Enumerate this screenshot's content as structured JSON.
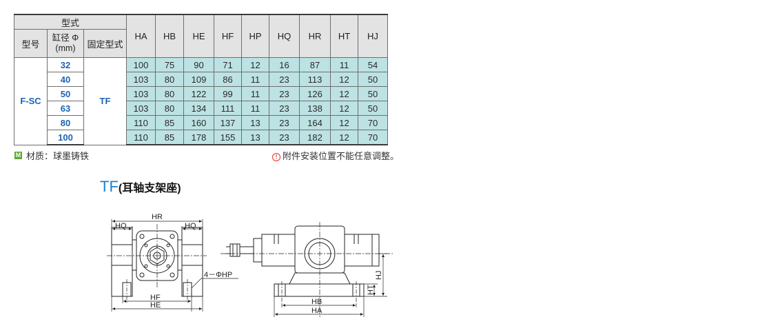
{
  "table": {
    "group_header": "型式",
    "col_model": "型号",
    "col_bore_line1": "缸径 Φ",
    "col_bore_line2": "(mm)",
    "col_mount": "固定型式",
    "dim_headers": [
      "HA",
      "HB",
      "HE",
      "HF",
      "HP",
      "HQ",
      "HR",
      "HT",
      "HJ"
    ],
    "model": "F-SC",
    "mount": "TF",
    "rows": [
      {
        "bore": "32",
        "dims": [
          "100",
          "75",
          "90",
          "71",
          "12",
          "16",
          "87",
          "11",
          "54"
        ]
      },
      {
        "bore": "40",
        "dims": [
          "103",
          "80",
          "109",
          "86",
          "11",
          "23",
          "113",
          "12",
          "50"
        ]
      },
      {
        "bore": "50",
        "dims": [
          "103",
          "80",
          "122",
          "99",
          "11",
          "23",
          "126",
          "12",
          "50"
        ]
      },
      {
        "bore": "63",
        "dims": [
          "103",
          "80",
          "134",
          "111",
          "11",
          "23",
          "138",
          "12",
          "50"
        ]
      },
      {
        "bore": "80",
        "dims": [
          "110",
          "85",
          "160",
          "137",
          "13",
          "23",
          "164",
          "12",
          "70"
        ]
      },
      {
        "bore": "100",
        "dims": [
          "110",
          "85",
          "178",
          "155",
          "13",
          "23",
          "182",
          "12",
          "70"
        ]
      }
    ]
  },
  "notes": {
    "material_badge": "M",
    "material": "材质：球墨铸铁",
    "warning_icon": "!",
    "warning": "附件安装位置不能任意调整。"
  },
  "figure": {
    "code": "TF",
    "desc": "(耳轴支架座)",
    "labels": {
      "hr": "HR",
      "hq_left": "HQ",
      "hq_right": "HQ",
      "hp": "4－ΦHP",
      "hf": "HF",
      "he": "HE",
      "hb": "HB",
      "ha": "HA",
      "hj": "HJ",
      "ht": "HT"
    }
  },
  "colors": {
    "accent_blue": "#1c63b5",
    "title_blue": "#1c7fd0",
    "cell_teal": "#bde2e3",
    "header_gray": "#e3e3e3",
    "badge_green": "#5aa832",
    "warn_red": "#e0301e"
  }
}
